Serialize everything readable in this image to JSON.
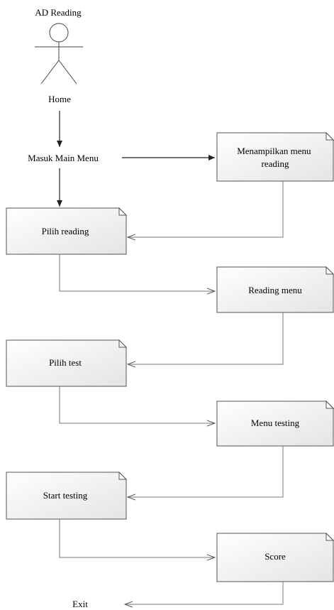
{
  "diagram": {
    "actor_label": "AD Reading",
    "home_label": "Home",
    "main_menu_label": "Masuk Main Menu",
    "exit_label": "Exit",
    "notes": {
      "menampilkan_menu_reading": [
        "Menampilkan menu",
        "reading"
      ],
      "pilih_reading": "Pilih  reading",
      "reading_menu": "Reading menu",
      "pilih_test": "Pilih  test",
      "menu_testing": "Menu testing",
      "start_testing": "Start testing",
      "score": "Score"
    }
  }
}
